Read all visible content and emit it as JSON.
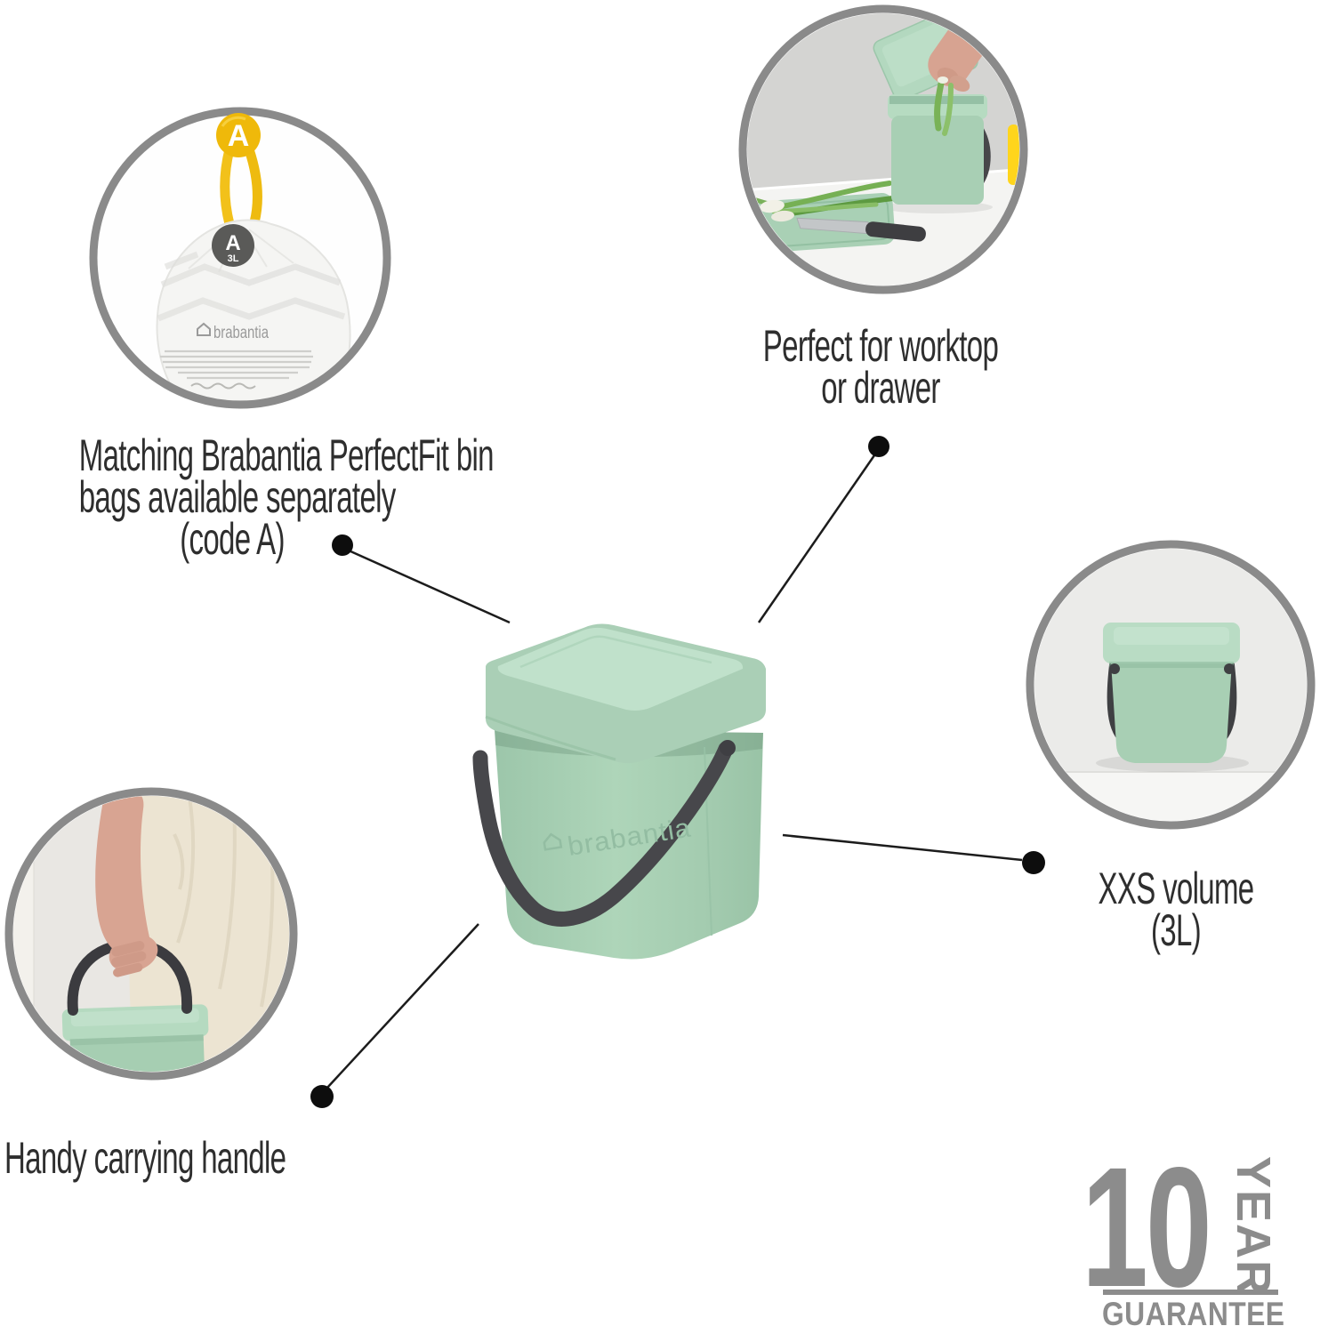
{
  "callouts": {
    "bags": {
      "line1": "Matching Brabantia PerfectFit bin",
      "line2": "bags available separately",
      "line3": "(code A)"
    },
    "worktop": {
      "line1": "Perfect for worktop",
      "line2": "or drawer"
    },
    "volume": {
      "line1": "XXS volume",
      "line2": "(3L)"
    },
    "handle": {
      "line1": "Handy carrying handle"
    }
  },
  "bag_tag": {
    "hook_letter": "A",
    "tag_letter": "A",
    "tag_size": "3L",
    "brand": "brabantia"
  },
  "bin": {
    "embossed_brand": "brabantia"
  },
  "guarantee": {
    "number": "10",
    "unit": "YEAR",
    "word": "GUARANTEE"
  },
  "colors": {
    "jade": "#a7cfb3",
    "jade_light": "#bfe0ca",
    "handle_dark": "#47474b",
    "ring_gray": "#8a8a8a",
    "logo_gray": "#8c8c8c",
    "accent_yellow": "#efb90a",
    "text": "#2e2e2e"
  }
}
